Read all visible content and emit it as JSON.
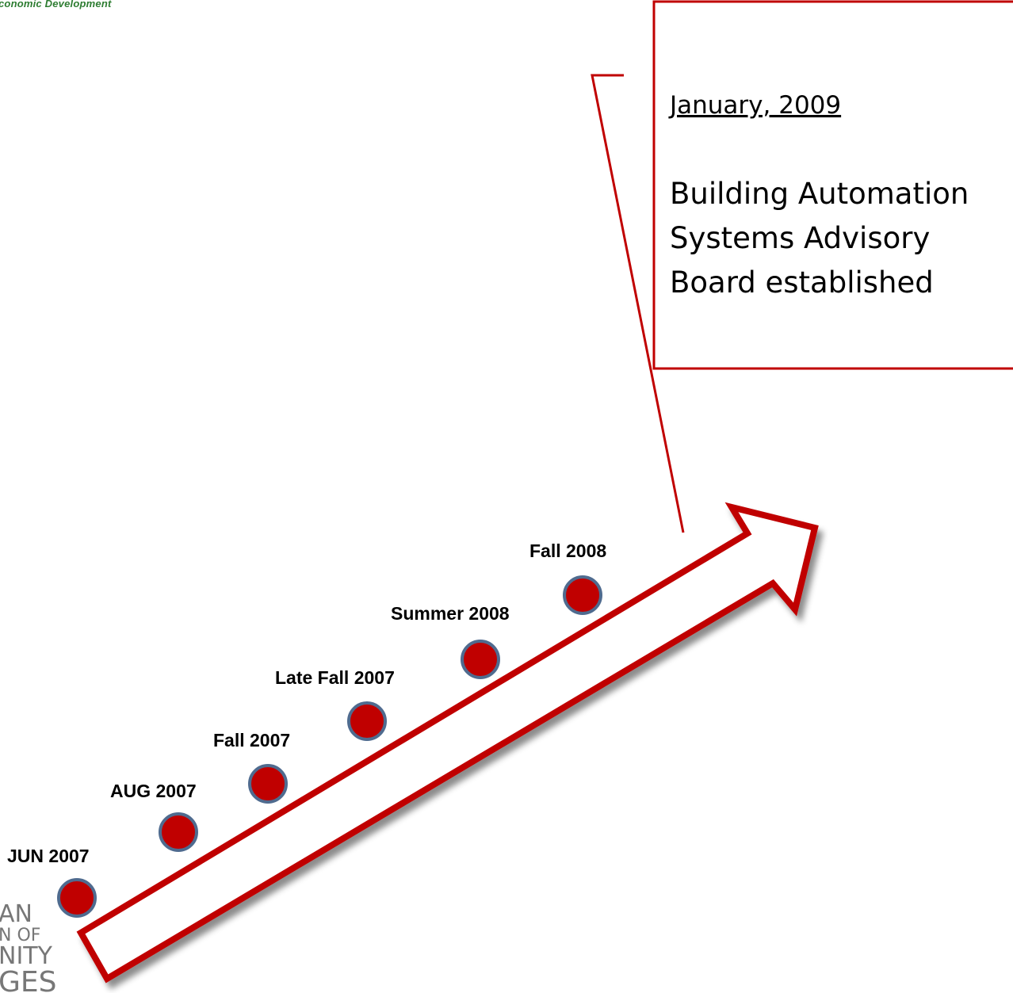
{
  "header": {
    "fragment": "conomic Development"
  },
  "callout": {
    "date": "January, 2009",
    "lines": [
      "Building Automation",
      "Systems Advisory",
      "Board established"
    ]
  },
  "milestones": [
    {
      "label": "JUN 2007"
    },
    {
      "label": "AUG 2007"
    },
    {
      "label": "Fall 2007"
    },
    {
      "label": "Late Fall 2007"
    },
    {
      "label": "Summer 2008"
    },
    {
      "label": "Fall 2008"
    }
  ],
  "logo": {
    "lines": [
      "AN",
      "N OF",
      "NITY",
      "GES"
    ]
  },
  "colors": {
    "accent": "#c00000",
    "dot_fill": "#c00000",
    "dot_stroke": "#4f6b8f",
    "callout_border": "#c00000"
  }
}
